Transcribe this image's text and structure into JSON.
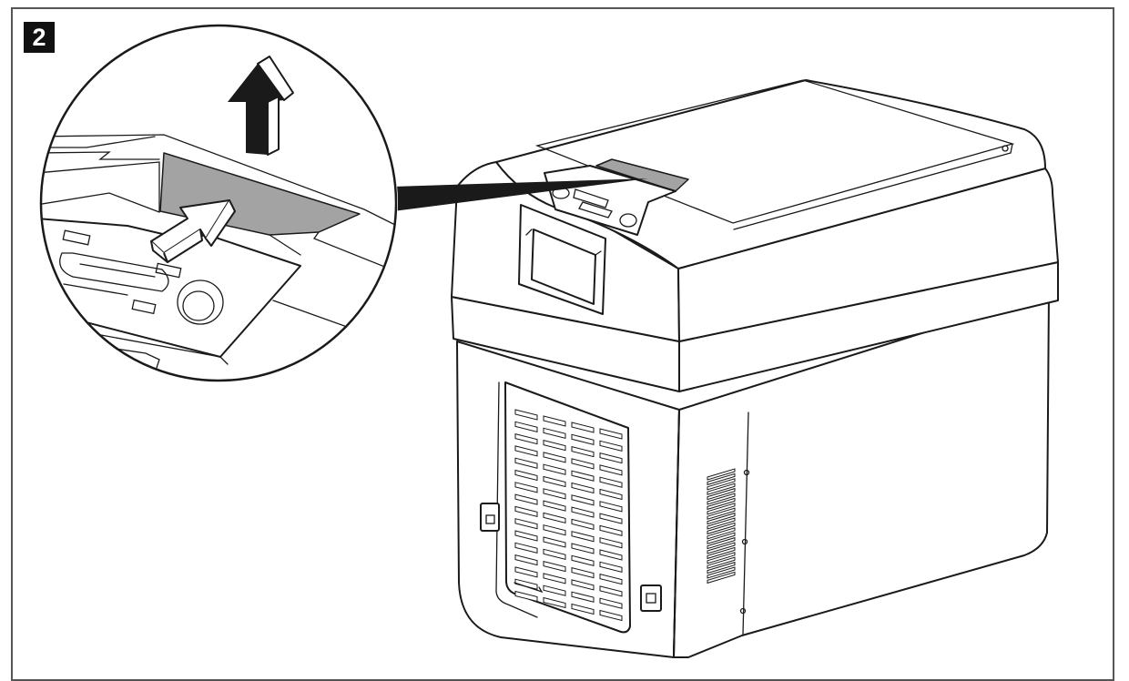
{
  "step": {
    "number": "2"
  },
  "figure": {
    "arrows": [
      {
        "name": "push-arrow",
        "direction": "push-into-slot"
      },
      {
        "name": "lift-arrow",
        "direction": "up"
      }
    ]
  },
  "colors": {
    "line": "#1a1a1a",
    "shade": "#a3a3a3",
    "border": "#555555",
    "badge": "#111111"
  }
}
